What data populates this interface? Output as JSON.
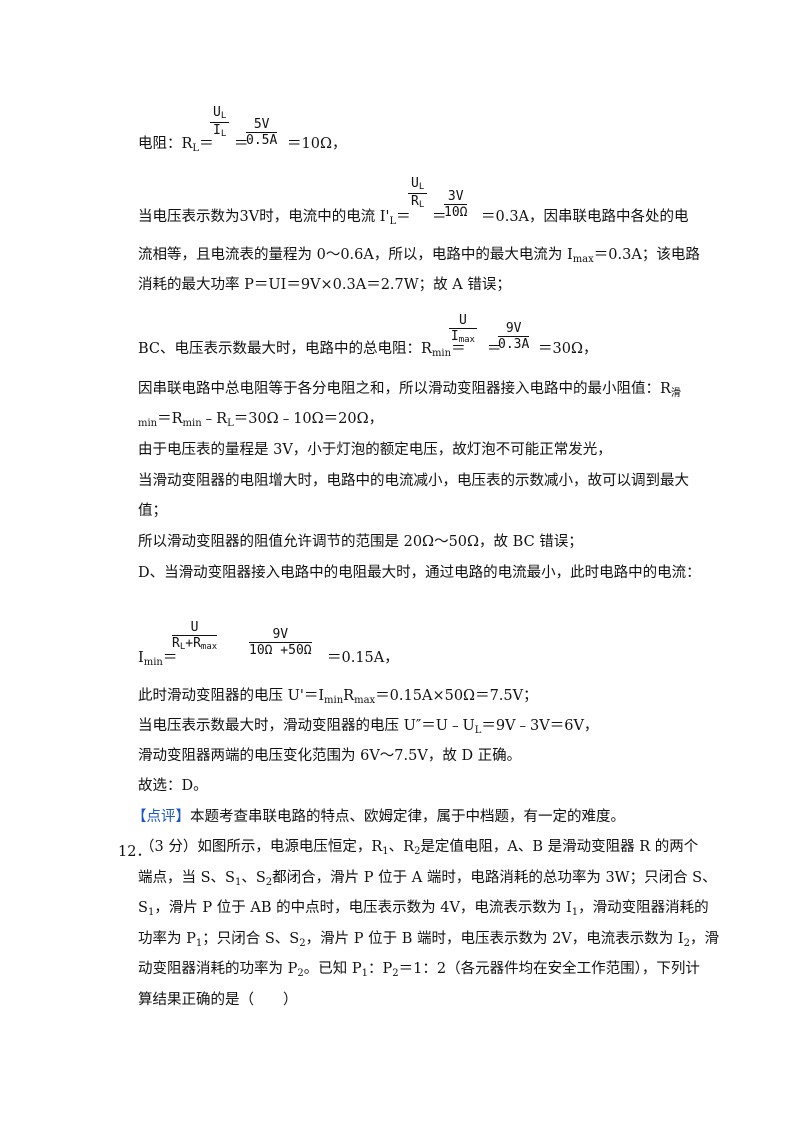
{
  "formula1": {
    "prefix": "电阻：R",
    "prefix_sub": "L",
    "eq1": "＝",
    "f_num": "U",
    "f_num_sub": "L",
    "f_den": "I",
    "f_den_sub": "L",
    "v_num": "5V",
    "v_den": "0.5A",
    "eq2": "＝",
    "tail": "＝10Ω，"
  },
  "formula2": {
    "prefix": "当电压表示数为3V时，电流中的电流 I'",
    "prefix_sub": "L",
    "eq1": "＝",
    "f_num": "U",
    "f_num_sub": "L",
    "f_den": "R",
    "f_den_sub": "L",
    "eq2": "＝",
    "v_num": "3V",
    "v_den": "10Ω",
    "tail": "＝0.3A，因串联电路中各处的电"
  },
  "line3": "流相等，且电流表的量程为 0～0.6A，所以，电路中的最大电流为 I",
  "line3_sub": "max",
  "line3_tail": "＝0.3A；该电路",
  "line4": "消耗的最大功率 P＝UI＝9V×0.3A＝2.7W；故 A 错误；",
  "formula3": {
    "prefix": "BC、电压表示数最大时，电路中的总电阻：R",
    "prefix_sub": "min",
    "eq1": "＝",
    "f_num": "U",
    "f_den": "I",
    "f_den_sub": "max",
    "eq2": "＝",
    "v_num": "9V",
    "v_den": "0.3A",
    "tail": "＝30Ω，"
  },
  "line6": "因串联电路中总电阻等于各分电阻之和，所以滑动变阻器接入电路中的最小阻值：R",
  "line6_sub": "滑",
  "line7_sub": "min",
  "line7": "＝R",
  "line7_sub2": "min",
  "line7_mid": "﹣R",
  "line7_sub3": "L",
  "line7_tail": "＝30Ω﹣10Ω＝20Ω，",
  "line8": "由于电压表的量程是 3V，小于灯泡的额定电压，故灯泡不可能正常发光，",
  "line9": "当滑动变阻器的电阻增大时，电路中的电流减小，电压表的示数减小，故可以调到最大",
  "line10": "值；",
  "line11": "所以滑动变阻器的阻值允许调节的范围是 20Ω～50Ω，故 BC 错误；",
  "line12": "D、当滑动变阻器接入电路中的电阻最大时，通过电路的电流最小，此时电路中的电流：",
  "formula4": {
    "prefix": "I",
    "prefix_sub": "min",
    "eq1": "＝",
    "f_num": "U",
    "f_den": "R",
    "f_den_sub": "L",
    "f_den2": "+R",
    "f_den_sub2": "max",
    "v_num": "9V",
    "v_den": "10Ω +50Ω",
    "tail": "＝0.15A，"
  },
  "line14": "此时滑动变阻器的电压 U'＝I",
  "line14_sub": "min",
  "line14_b": "R",
  "line14_sub2": "max",
  "line14_tail": "＝0.15A×50Ω＝7.5V；",
  "line15": "当电压表示数最大时，滑动变阻器的电压 U″＝U﹣U",
  "line15_sub": "L",
  "line15_tail": "＝9V﹣3V＝6V，",
  "line16": "滑动变阻器两端的电压变化范围为 6V～7.5V，故 D 正确。",
  "line17": "故选：D。",
  "comment_tag": "【点评】",
  "comment_text": "本题考查串联电路的特点、欧姆定律，属于中档题，有一定的难度。",
  "q12": {
    "number": "12．",
    "l1": "（3 分）如图所示，电源电压恒定，R",
    "l1_s1": "1",
    "l1_b": "、R",
    "l1_s2": "2",
    "l1_c": "是定值电阻，A、B 是滑动变阻器 R 的两个",
    "l2": "端点，当 S、S",
    "l2_s1": "1",
    "l2_b": "、S",
    "l2_s2": "2",
    "l2_c": "都闭合，滑片 P 位于 A 端时，电路消耗的总功率为 3W；只闭合 S、",
    "l3": "S",
    "l3_s1": "1",
    "l3_b": "，滑片 P 位于 AB 的中点时，电压表示数为 4V，电流表示数为 I",
    "l3_s2": "1",
    "l3_c": "，滑动变阻器消耗的",
    "l4": "功率为 P",
    "l4_s1": "1",
    "l4_b": "；只闭合 S、S",
    "l4_s2": "2",
    "l4_c": "，滑片 P 位于 B 端时，电压表示数为 2V，电流表示数为 I",
    "l4_s3": "2",
    "l4_d": "，滑",
    "l5": "动变阻器消耗的功率为 P",
    "l5_s1": "2",
    "l5_b": "。已知 P",
    "l5_s2": "1",
    "l5_c": "：P",
    "l5_s3": "2",
    "l5_d": "＝1：2（各元器件均在安全工作范围），下列计",
    "l6": "算结果正确的是（　　）"
  }
}
